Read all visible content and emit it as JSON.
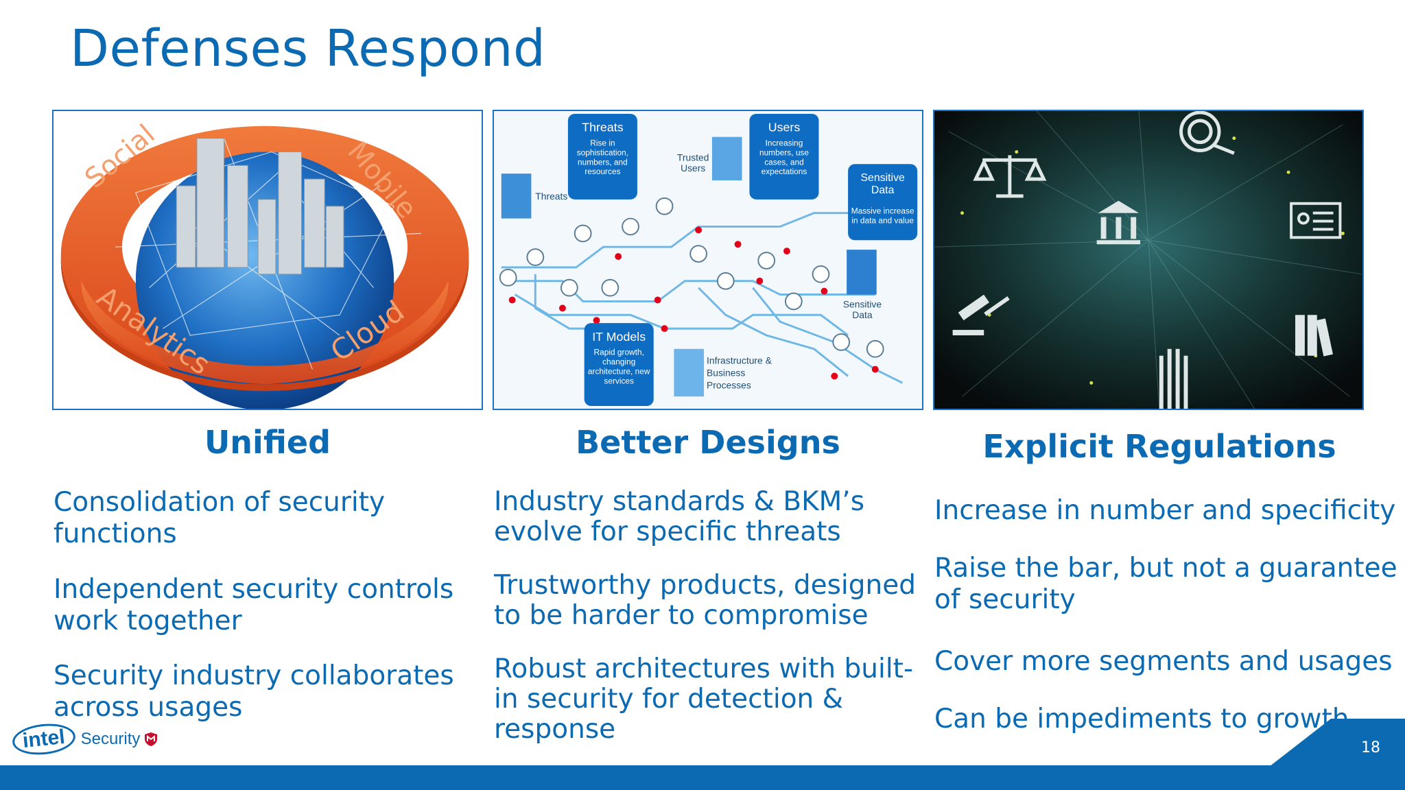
{
  "slide": {
    "title": "Defenses Respond",
    "page_number": "18"
  },
  "columns": [
    {
      "heading": "Unified",
      "image_labels": [
        "Social",
        "Mobile",
        "Analytics",
        "Cloud"
      ],
      "bullets": [
        "Consolidation of security functions",
        "Independent security controls work together",
        "Security industry collaborates across usages"
      ]
    },
    {
      "heading": "Better Designs",
      "image_boxes": [
        {
          "title": "Threats",
          "text": "Rise in sophistication, numbers, and resources"
        },
        {
          "title": "Users",
          "text": "Increasing numbers, use cases, and expectations"
        },
        {
          "title": "Sensitive Data",
          "text": "Massive increase in data and value"
        },
        {
          "title": "IT Models",
          "text": "Rapid growth, changing architecture, new services"
        }
      ],
      "image_labels": {
        "threats": "Threats",
        "trusted_users": "Trusted Users",
        "sensitive_data": "Sensitive Data",
        "infrastructure": "Infrastructure & Business Processes"
      },
      "bullets": [
        "Industry standards & BKM’s evolve for specific threats",
        "Trustworthy products, designed to be harder to compromise",
        "Robust architectures with built-in security for detection & response"
      ]
    },
    {
      "heading": "Explicit Regulations",
      "bullets": [
        "Increase in number and specificity",
        "Raise the bar, but not a guarantee of security",
        "Cover more segments and usages",
        "Can be impediments to growth"
      ]
    }
  ],
  "logo": {
    "brand": "intel",
    "product": "Security"
  },
  "colors": {
    "brand_blue": "#0b6ab2",
    "ring_orange": "#e8531f",
    "globe_blue": "#1f6fc4",
    "panel_blue": "#0f6cc3",
    "node_red": "#e2001a"
  }
}
